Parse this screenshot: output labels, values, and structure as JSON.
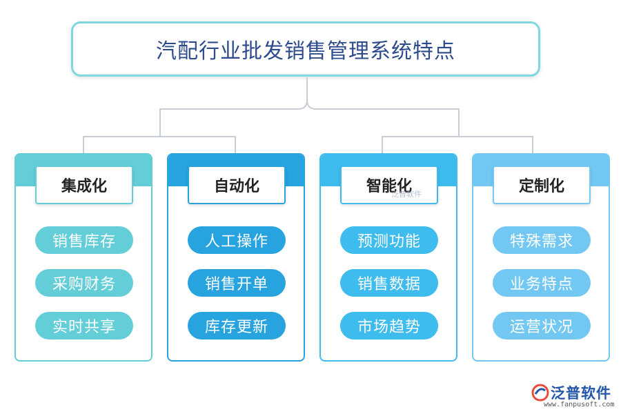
{
  "title": "汽配行业批发销售管理系统特点",
  "watermark": "泛普软件",
  "logo": {
    "name": "泛普软件",
    "url": "www.fanpusoft.com"
  },
  "groups": [
    {
      "title": "集成化",
      "items": [
        "销售库存",
        "采购财务",
        "实时共享"
      ],
      "color": "#63cdd8"
    },
    {
      "title": "自动化",
      "items": [
        "人工操作",
        "销售开单",
        "库存更新"
      ],
      "color": "#27a3e0"
    },
    {
      "title": "智能化",
      "items": [
        "预测功能",
        "销售数据",
        "市场趋势"
      ],
      "color": "#3ebcee"
    },
    {
      "title": "定制化",
      "items": [
        "特殊需求",
        "业务特点",
        "运营状况"
      ],
      "color": "#72c8f2"
    }
  ],
  "colors": {
    "title_border": "#7ed6df",
    "title_text": "#2c4a8c",
    "connector": "#c9ced6",
    "brand": "#2356a8"
  }
}
